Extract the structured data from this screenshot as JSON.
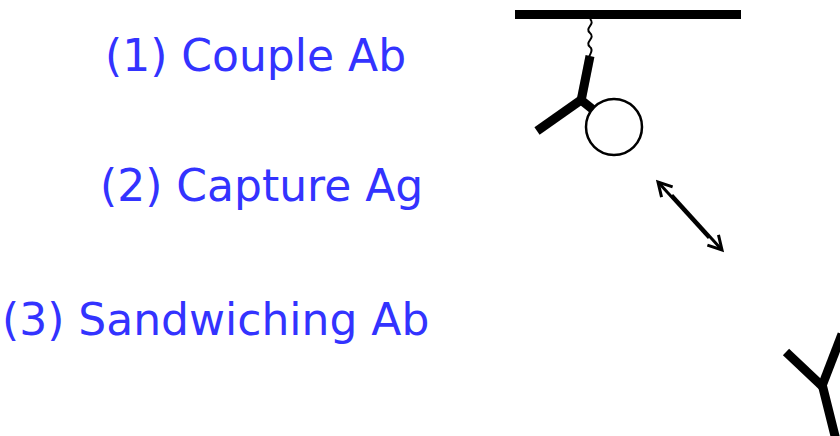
{
  "diagram": {
    "labels": [
      "(1) Couple Ab",
      "(2) Capture Ag",
      "(3) Sandwiching Ab"
    ]
  }
}
